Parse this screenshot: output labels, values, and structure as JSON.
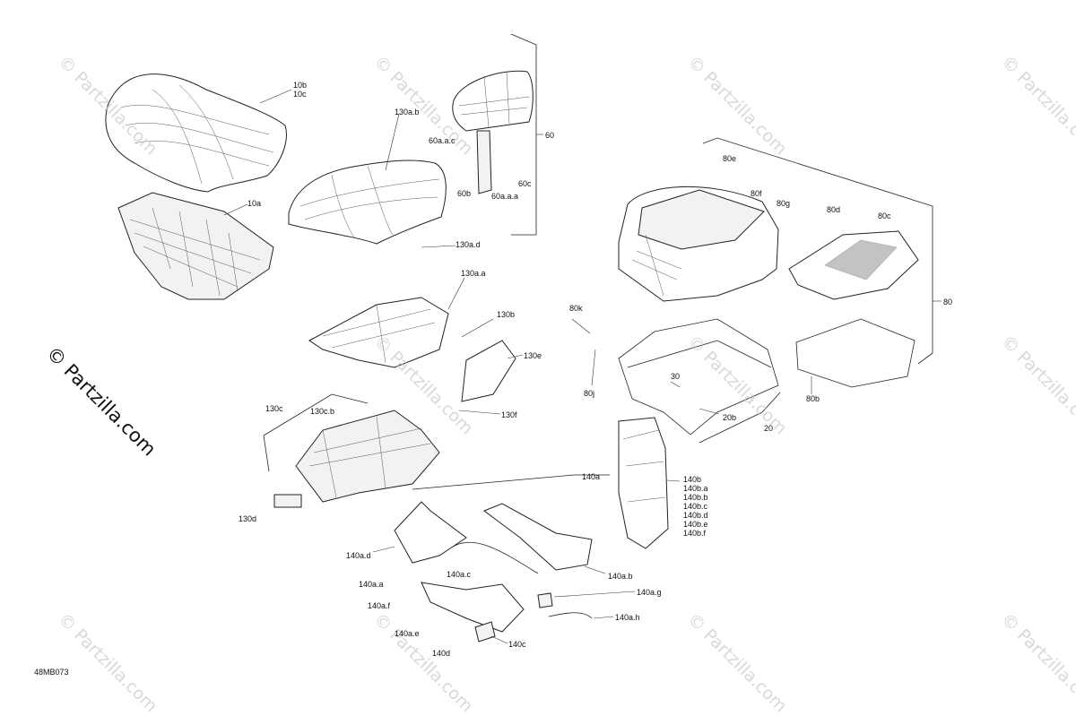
{
  "watermarks": {
    "text": "© Partzilla.com",
    "brand": "© Partzilla.com"
  },
  "reference": "48MB073",
  "labels": {
    "l10b": "10b",
    "l10c": "10c",
    "l10a": "10a",
    "l130ab": "130a.b",
    "l130ad": "130a.d",
    "l130aa": "130a.a",
    "l130b": "130b",
    "l130e": "130e",
    "l130f": "130f",
    "l130c": "130c",
    "l130cb": "130c.b",
    "l130d": "130d",
    "l60aac": "60a.a.c",
    "l60bb": "60b",
    "l60aaa": "60a.a.a",
    "l60c": "60c",
    "l60": "60",
    "l80e": "80e",
    "l80f": "80f",
    "l80g": "80g",
    "l80d": "80d",
    "l80c": "80c",
    "l80": "80",
    "l80k": "80k",
    "l80j": "80j",
    "l80b": "80b",
    "l30": "30",
    "l20b": "20b",
    "l20": "20",
    "l140a": "140a",
    "l140b": "140b",
    "l140ba": "140b.a",
    "l140bb": "140b.b",
    "l140bc": "140b.c",
    "l140bd": "140b.d",
    "l140be": "140b.e",
    "l140bf": "140b.f",
    "l140ad": "140a.d",
    "l140ac": "140a.c",
    "l140abk": "140a.b",
    "l140aa": "140a.a",
    "l140af": "140a.f",
    "l140ag": "140a.g",
    "l140ae": "140a.e",
    "l140ah": "140a.h",
    "l140d": "140d",
    "l140c": "140c"
  }
}
